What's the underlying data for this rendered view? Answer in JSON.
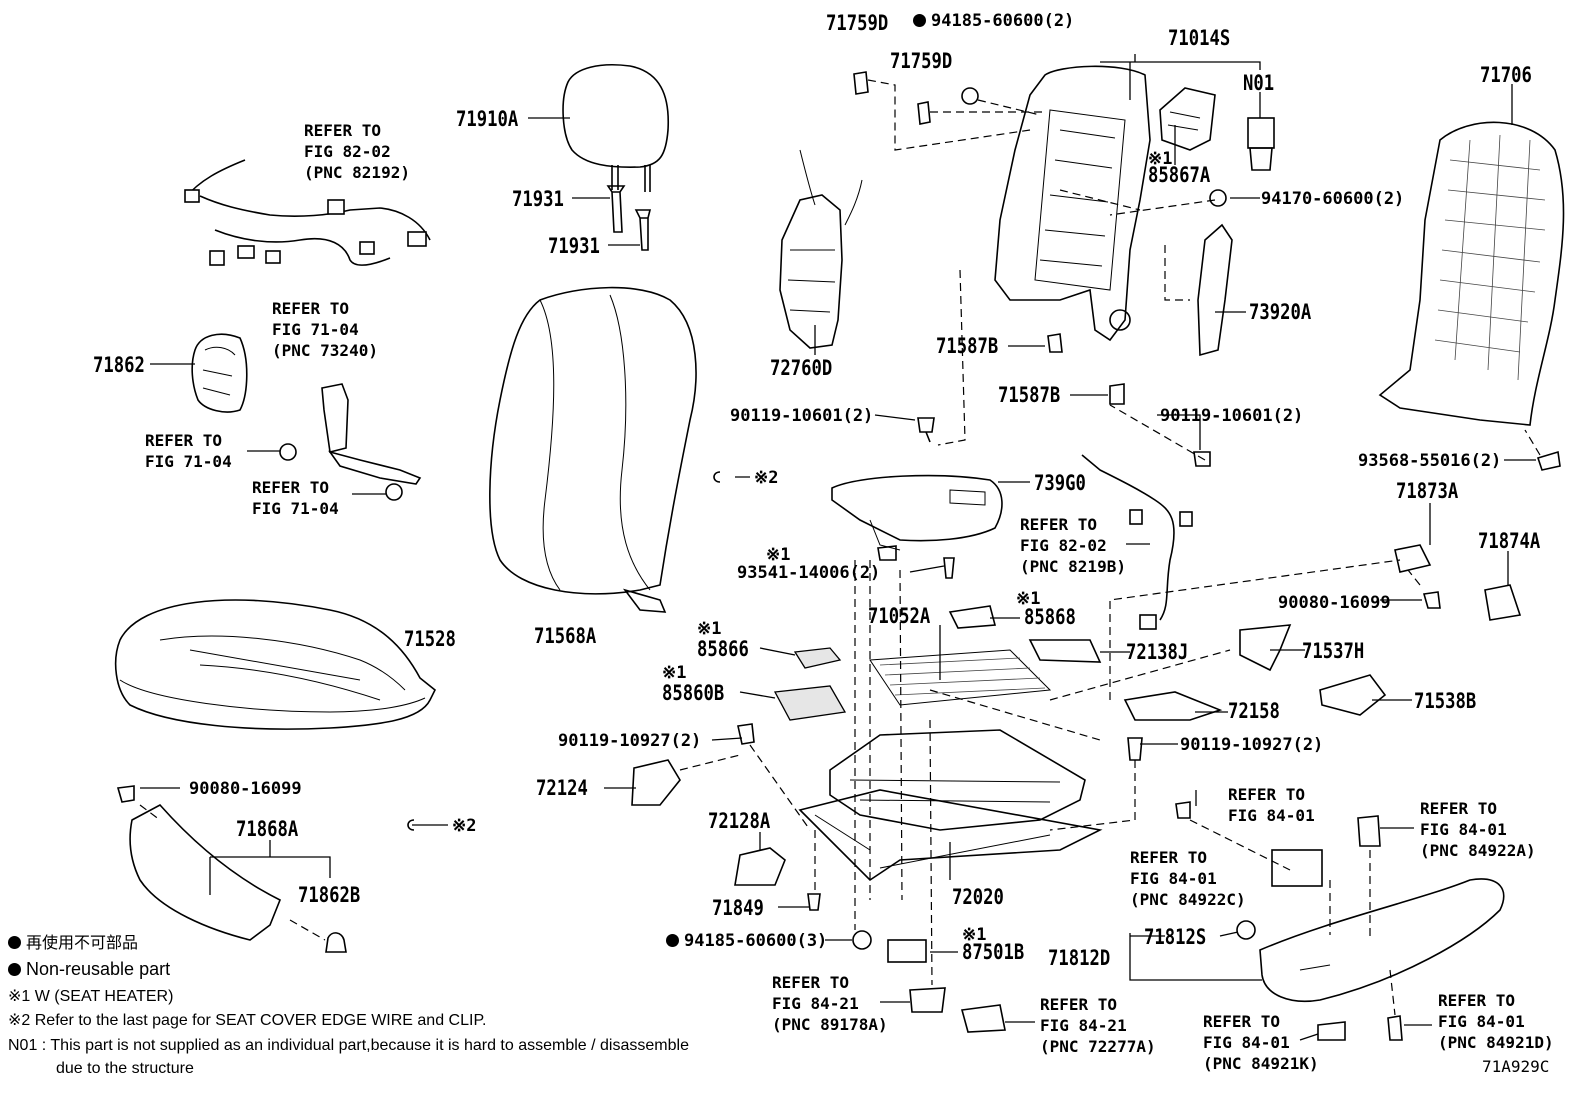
{
  "parts": {
    "p71759D_a": "71759D",
    "p94185_top": "94185-60600(2)",
    "p71014S": "71014S",
    "p71759D_b": "71759D",
    "pN01": "N01",
    "p71706": "71706",
    "p71910A": "71910A",
    "p71931_a": "71931",
    "p71931_b": "71931",
    "p85867A": "85867A",
    "p94170": "94170-60600(2)",
    "p73920A": "73920A",
    "p71587B_a": "71587B",
    "p71587B_b": "71587B",
    "p72760D": "72760D",
    "p71862": "71862",
    "p90119_10601_a": "90119-10601(2)",
    "p90119_10601_b": "90119-10601(2)",
    "p93568": "93568-55016(2)",
    "p739G0": "739G0",
    "p71873A": "71873A",
    "p71874A": "71874A",
    "p93541": "93541-14006(2)",
    "p71052A": "71052A",
    "p85868": "85868",
    "p90080_16099_a": "90080-16099",
    "p71528": "71528",
    "p71568A": "71568A",
    "p85866": "85866",
    "p72138J": "72138J",
    "p71537H": "71537H",
    "p85860B": "85860B",
    "p72158": "72158",
    "p71538B": "71538B",
    "p90119_10927_a": "90119-10927(2)",
    "p90119_10927_b": "90119-10927(2)",
    "p72124": "72124",
    "p90080_16099_b": "90080-16099",
    "p71868A": "71868A",
    "p72128A": "72128A",
    "p71862B": "71862B",
    "p72020": "72020",
    "p71849": "71849",
    "p94185_bottom": "94185-60600(3)",
    "p87501B": "87501B",
    "p71812S": "71812S",
    "p71812D": "71812D",
    "drawing_id": "71A929C"
  },
  "marks": {
    "w1": "※1",
    "w2": "※2"
  },
  "refs": {
    "r82_02_a": "REFER TO\nFIG 82-02\n(PNC 82192)",
    "r71_04_a": "REFER TO\nFIG 71-04\n(PNC 73240)",
    "r71_04_b": "REFER TO\nFIG 71-04",
    "r71_04_c": "REFER TO\nFIG 71-04",
    "r82_02_b": "REFER TO\nFIG 82-02\n(PNC 8219B)",
    "r84_01_a": "REFER TO\nFIG 84-01",
    "r84_01_b": "REFER TO\nFIG 84-01\n(PNC 84922A)",
    "r84_01_c": "REFER TO\nFIG 84-01\n(PNC 84922C)",
    "r84_21_a": "REFER TO\nFIG 84-21\n(PNC 89178A)",
    "r84_21_b": "REFER TO\nFIG 84-21\n(PNC 72277A)",
    "r84_01_d": "REFER TO\nFIG 84-01\n(PNC 84921K)",
    "r84_01_e": "REFER TO\nFIG 84-01\n(PNC 84921D)"
  },
  "legend": {
    "nonreusable_jp": "再使用不可部品",
    "nonreusable_en": "Non-reusable part",
    "note1": "※1  W (SEAT HEATER)",
    "note2": "※2  Refer to the last page for SEAT COVER EDGE WIRE and CLIP.",
    "n01_line1": "N01 : This part is not supplied as an individual part,because it is hard to assemble / disassemble",
    "n01_line2": "due to the structure"
  }
}
